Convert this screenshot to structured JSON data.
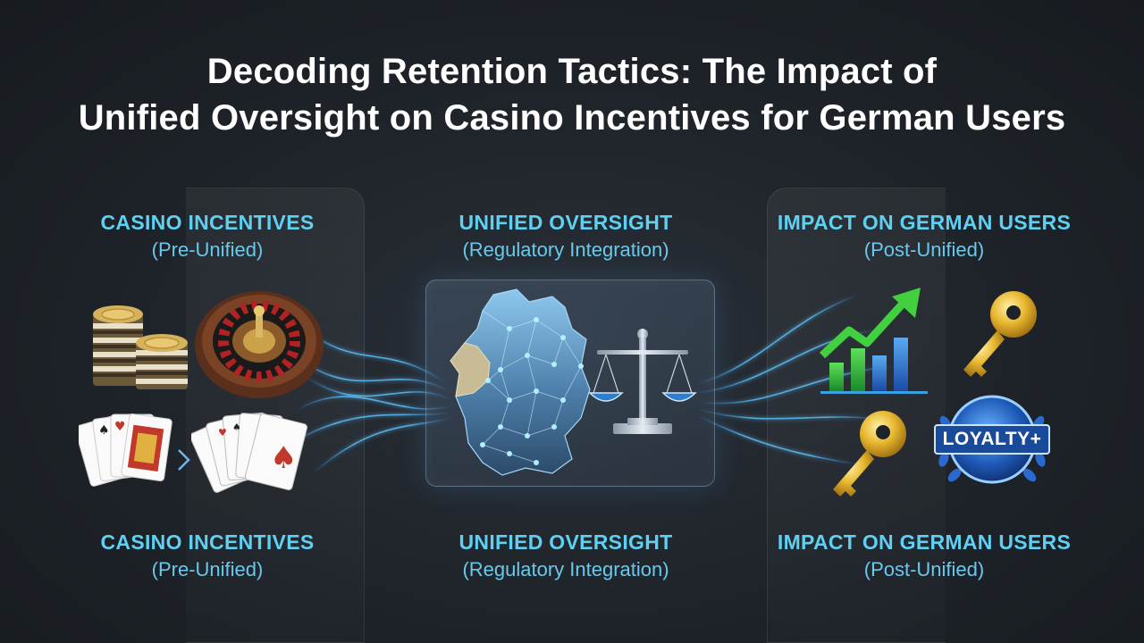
{
  "title": {
    "line1": "Decoding Retention Tactics: The Impact of",
    "line2": "Unified Oversight on Casino Incentives for German Users"
  },
  "columns": [
    {
      "heading": "CASINO INCENTIVES",
      "sub": "(Pre-Unified)"
    },
    {
      "heading": "UNIFIED OVERSIGHT",
      "sub": "(Regulatory Integration)"
    },
    {
      "heading": "IMPACT ON GERMAN USERS",
      "sub": "(Post-Unified)"
    }
  ],
  "bottom_columns": [
    {
      "heading": "CASINO INCENTIVES",
      "sub": "(Pre-Unified)"
    },
    {
      "heading": "UNIFIED OVERSIGHT",
      "sub": "(Regulatory Integration)"
    },
    {
      "heading": "IMPACT ON GERMAN USERS",
      "sub": "(Post-Unified)"
    }
  ],
  "badge": {
    "text": "LOYALTY+"
  },
  "icons": [
    "casino-chips-icon",
    "roulette-wheel-icon",
    "playing-cards-icon",
    "arrow-right-icon",
    "germany-map-icon",
    "balance-scale-icon",
    "growth-chart-icon",
    "key-icon",
    "loyalty-badge-icon"
  ],
  "colors": {
    "accent": "#5fd0f2",
    "background": "#1e2329",
    "glow": "#4fb8ff"
  }
}
